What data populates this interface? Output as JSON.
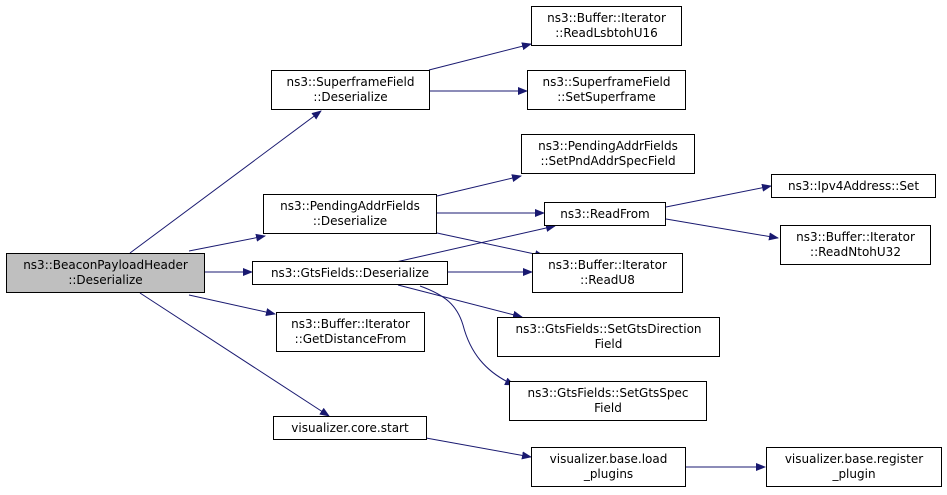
{
  "colors": {
    "edge": "#191970",
    "root_fill": "#bfbfbf",
    "node_fill": "#ffffff",
    "border": "#000000"
  },
  "nodes": {
    "root": {
      "l1": "ns3::BeaconPayloadHeader",
      "l2": "::Deserialize"
    },
    "sfd": {
      "l1": "ns3::SuperframeField",
      "l2": "::Deserialize"
    },
    "rlsb": {
      "l1": "ns3::Buffer::Iterator",
      "l2": "::ReadLsbtohU16"
    },
    "setsf": {
      "l1": "ns3::SuperframeField",
      "l2": "::SetSuperframe"
    },
    "pad": {
      "l1": "ns3::PendingAddrFields",
      "l2": "::Deserialize"
    },
    "setpnd": {
      "l1": "ns3::PendingAddrFields",
      "l2": "::SetPndAddrSpecField"
    },
    "readfrom": {
      "l1": "ns3::ReadFrom"
    },
    "ipv4set": {
      "l1": "ns3::Ipv4Address::Set"
    },
    "rntoh": {
      "l1": "ns3::Buffer::Iterator",
      "l2": "::ReadNtohU32"
    },
    "gts": {
      "l1": "ns3::GtsFields::Deserialize"
    },
    "readu8": {
      "l1": "ns3::Buffer::Iterator",
      "l2": "::ReadU8"
    },
    "getdist": {
      "l1": "ns3::Buffer::Iterator",
      "l2": "::GetDistanceFrom"
    },
    "setgtsdir": {
      "l1": "ns3::GtsFields::SetGtsDirection",
      "l2": "Field"
    },
    "setgtsspec": {
      "l1": "ns3::GtsFields::SetGtsSpec",
      "l2": "Field"
    },
    "vstart": {
      "l1": "visualizer.core.start"
    },
    "vload": {
      "l1": "visualizer.base.load",
      "l2": "_plugins"
    },
    "vreg": {
      "l1": "visualizer.base.register",
      "l2": "_plugin"
    }
  }
}
